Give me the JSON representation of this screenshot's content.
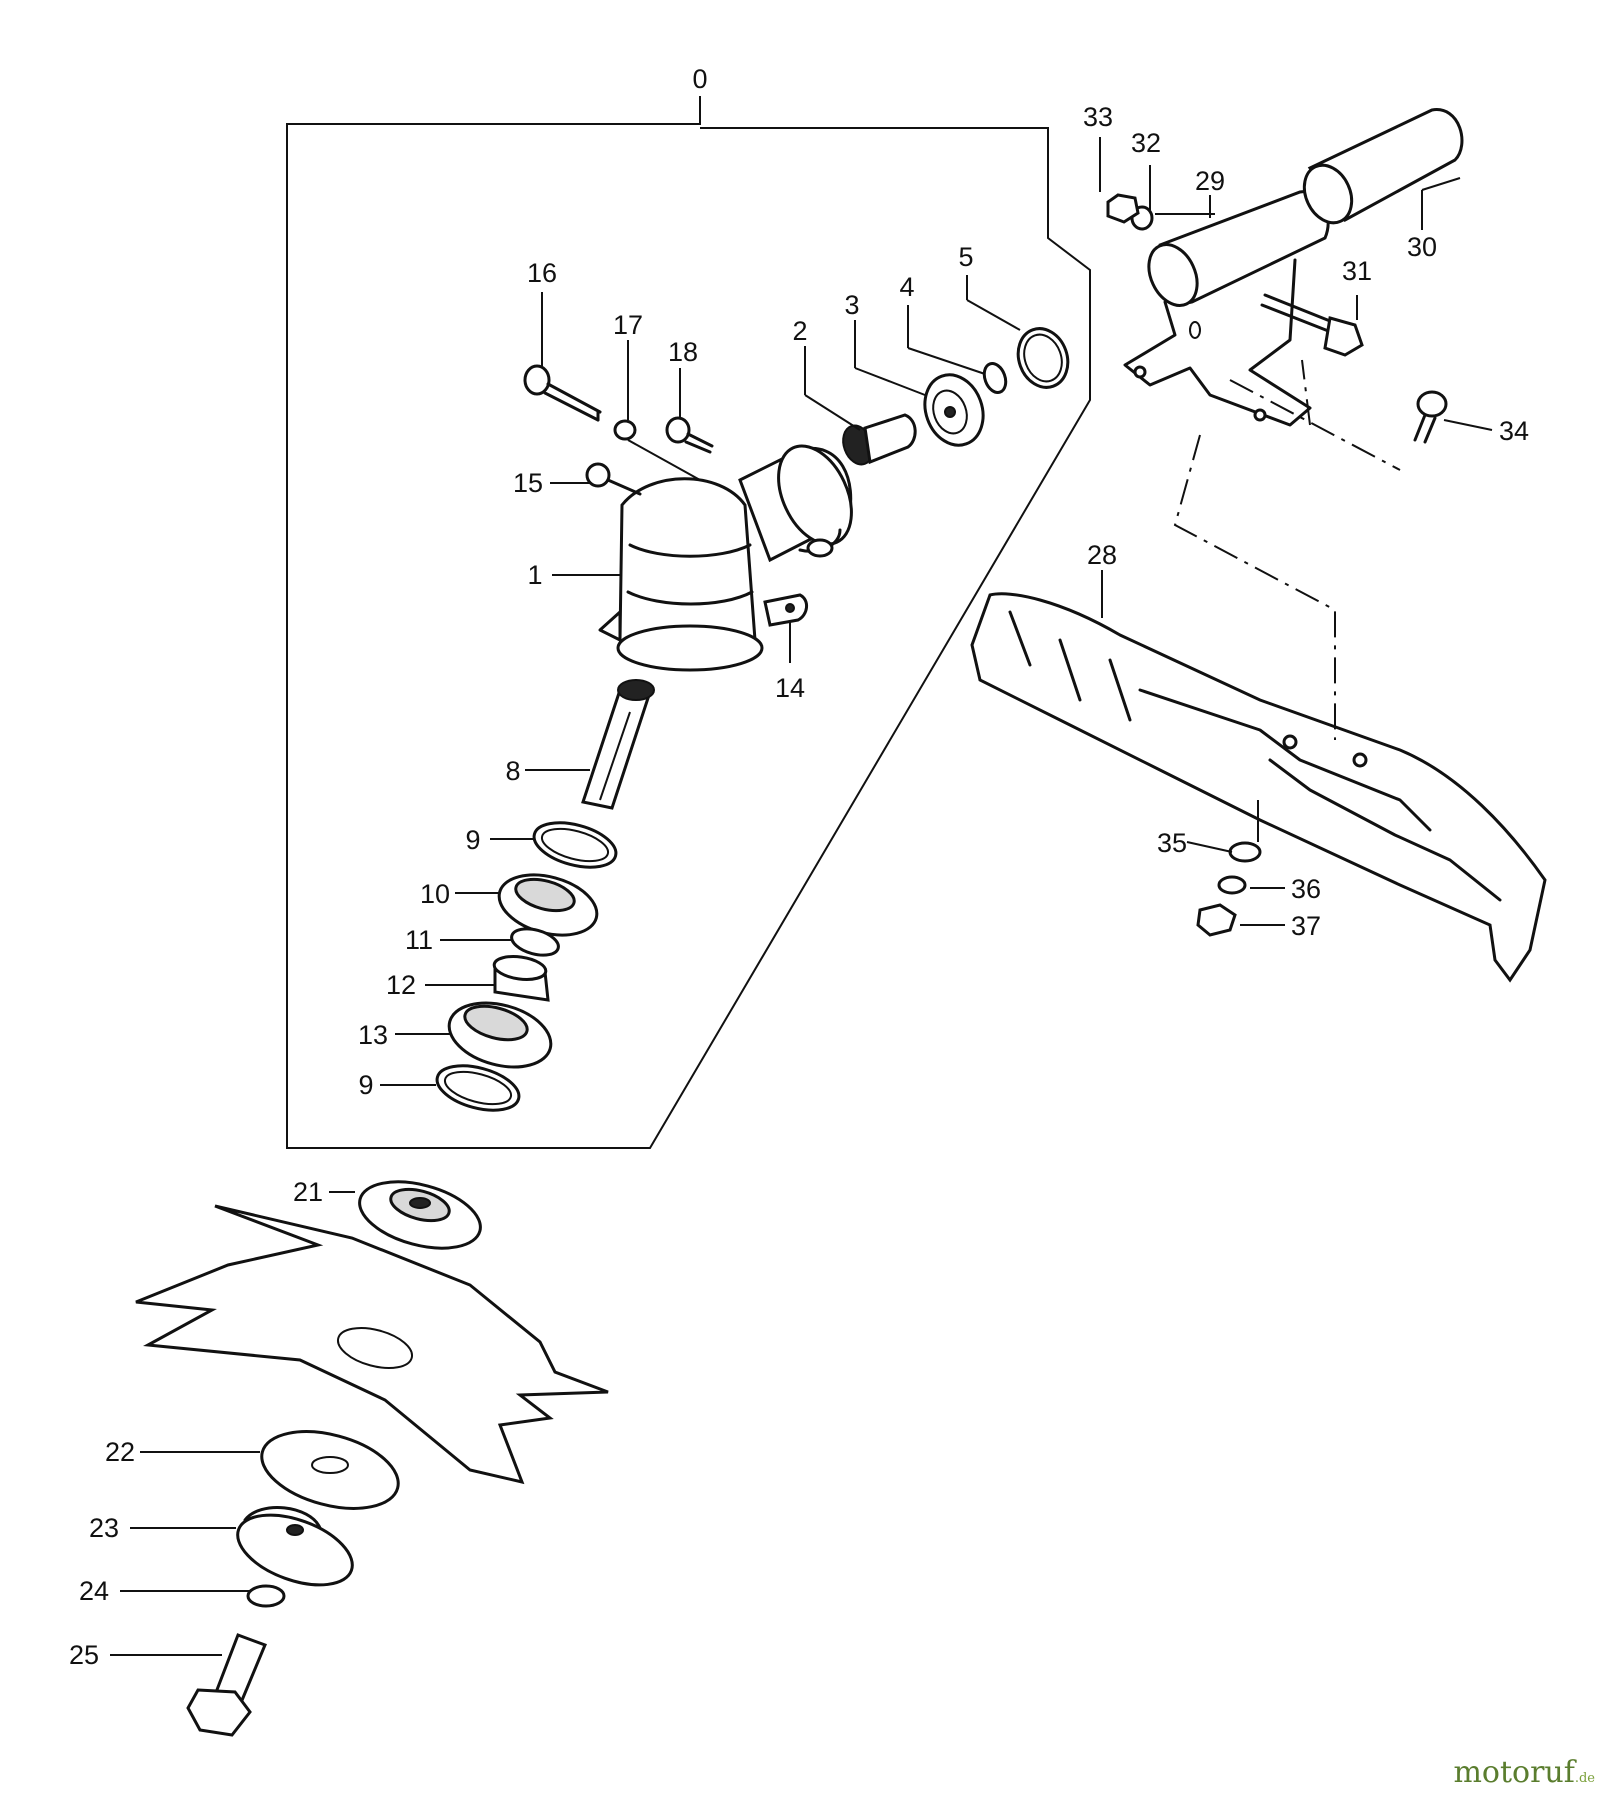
{
  "diagram": {
    "type": "exploded-parts-view",
    "callouts": [
      {
        "id": "p0",
        "label": "0"
      },
      {
        "id": "p1",
        "label": "1"
      },
      {
        "id": "p2",
        "label": "2"
      },
      {
        "id": "p3",
        "label": "3"
      },
      {
        "id": "p4",
        "label": "4"
      },
      {
        "id": "p5",
        "label": "5"
      },
      {
        "id": "p8",
        "label": "8"
      },
      {
        "id": "p9a",
        "label": "9"
      },
      {
        "id": "p9b",
        "label": "9"
      },
      {
        "id": "p10",
        "label": "10"
      },
      {
        "id": "p11",
        "label": "11"
      },
      {
        "id": "p12",
        "label": "12"
      },
      {
        "id": "p13",
        "label": "13"
      },
      {
        "id": "p14",
        "label": "14"
      },
      {
        "id": "p15",
        "label": "15"
      },
      {
        "id": "p16",
        "label": "16"
      },
      {
        "id": "p17",
        "label": "17"
      },
      {
        "id": "p18",
        "label": "18"
      },
      {
        "id": "p21",
        "label": "21"
      },
      {
        "id": "p22",
        "label": "22"
      },
      {
        "id": "p23",
        "label": "23"
      },
      {
        "id": "p24",
        "label": "24"
      },
      {
        "id": "p25",
        "label": "25"
      },
      {
        "id": "p28",
        "label": "28"
      },
      {
        "id": "p29",
        "label": "29"
      },
      {
        "id": "p30",
        "label": "30"
      },
      {
        "id": "p31",
        "label": "31"
      },
      {
        "id": "p32",
        "label": "32"
      },
      {
        "id": "p33",
        "label": "33"
      },
      {
        "id": "p34",
        "label": "34"
      },
      {
        "id": "p35",
        "label": "35"
      },
      {
        "id": "p36",
        "label": "36"
      },
      {
        "id": "p37",
        "label": "37"
      }
    ]
  },
  "watermark": {
    "brand": "motoruf",
    "suffix": ".de",
    "color": "#5a7d2e"
  }
}
